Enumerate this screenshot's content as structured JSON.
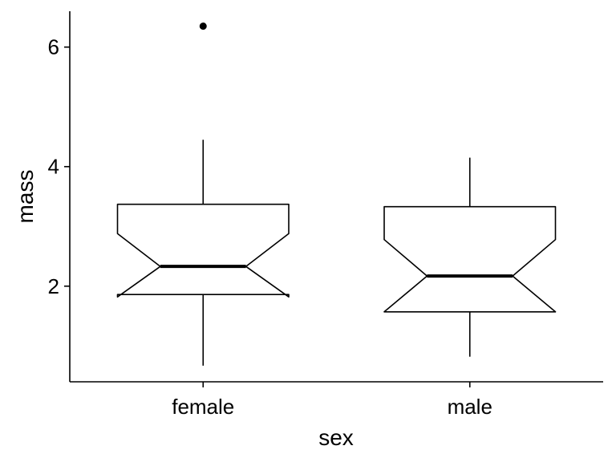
{
  "chart_data": {
    "type": "boxplot",
    "notched": true,
    "xlabel": "sex",
    "ylabel": "mass",
    "categories": [
      "female",
      "male"
    ],
    "yticks": [
      "2",
      "4",
      "6"
    ],
    "ytick_values": [
      2,
      4,
      6
    ],
    "ylim": [
      0.4,
      6.6
    ],
    "boxes": [
      {
        "category": "female",
        "whisker_low": 0.67,
        "q1": 1.86,
        "median": 2.33,
        "q3": 3.37,
        "whisker_high": 4.45,
        "notch_low": 1.82,
        "notch_high": 2.88,
        "outliers": [
          6.35
        ]
      },
      {
        "category": "male",
        "whisker_low": 0.82,
        "q1": 1.57,
        "median": 2.17,
        "q3": 3.33,
        "whisker_high": 4.15,
        "notch_low": 1.57,
        "notch_high": 2.78,
        "outliers": []
      }
    ],
    "grid": false,
    "legend": "none",
    "colors": {
      "box_fill": "#ffffff",
      "stroke": "#000000"
    }
  }
}
